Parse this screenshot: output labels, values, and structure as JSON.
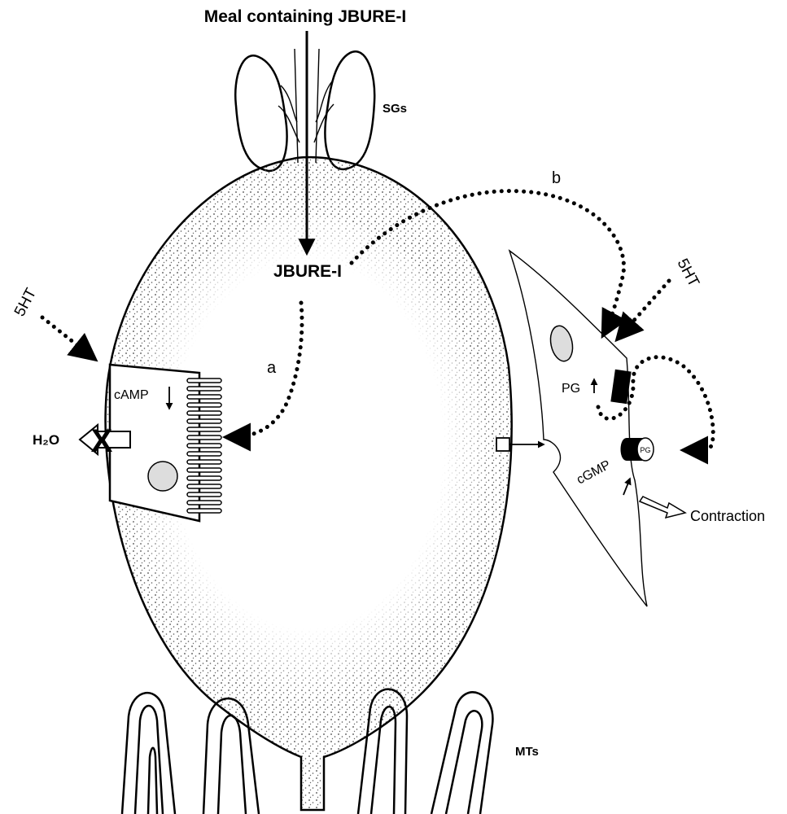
{
  "labels": {
    "meal": "Meal containing JBURE-I",
    "jbure": "JBURE-I",
    "sgs": "SGs",
    "mts": "MTs",
    "ht_left": "5HT",
    "ht_right": "5HT",
    "path_a": "a",
    "path_b": "b",
    "camp": "cAMP",
    "h2o": "H₂O",
    "block": "X",
    "pg": "PG",
    "pg_receptor": "PG",
    "cgmp": "cGMP",
    "contraction": "Contraction"
  }
}
